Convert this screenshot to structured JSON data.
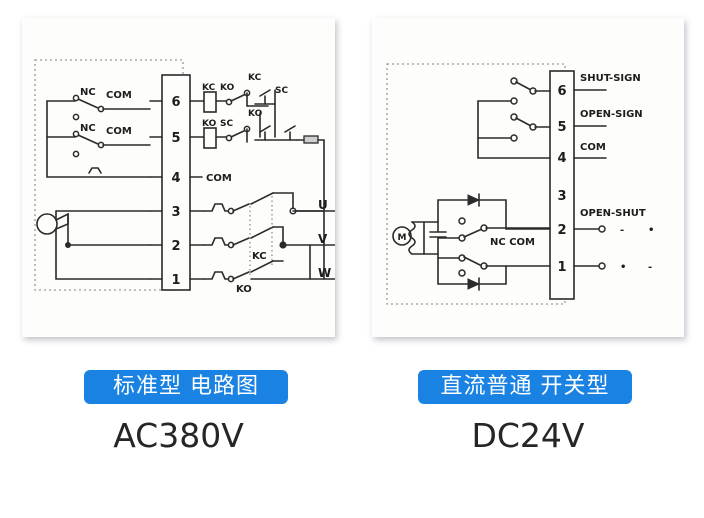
{
  "page": {
    "background_color": "#ffffff",
    "accent_color": "#1a82e2",
    "text_color": "#262626"
  },
  "panels": [
    {
      "id": "left",
      "badge_label": "标准型 电路图",
      "voltage_label": "AC380V",
      "diagram": {
        "type": "wiring-schematic",
        "name": "standard-type-circuit-diagram",
        "terminal_numbers": [
          "6",
          "5",
          "4",
          "3",
          "2",
          "1"
        ],
        "terminal_labels": {
          "t6": "",
          "t5": "",
          "t4": "COM",
          "t3": "",
          "t2": "",
          "t1": ""
        },
        "left_side_labels": [
          "NC",
          "COM",
          "NC",
          "COM"
        ],
        "relay_labels": [
          "KC",
          "KO",
          "KC",
          "SC",
          "KO",
          "SC",
          "KO",
          "KC",
          "KC",
          "KO"
        ],
        "output_rails": [
          "U",
          "V",
          "W"
        ],
        "components": [
          "motor",
          "contactor-coil-kc",
          "contactor-coil-ko",
          "thermal-overload",
          "limit-switches"
        ]
      }
    },
    {
      "id": "right",
      "badge_label": "直流普通 开关型",
      "voltage_label": "DC24V",
      "diagram": {
        "type": "wiring-schematic",
        "name": "dc-ordinary-switch-type-circuit-diagram",
        "terminal_numbers": [
          "6",
          "5",
          "4",
          "3",
          "2",
          "1"
        ],
        "terminal_labels": {
          "t6": "SHUT-SIGN",
          "t5": "OPEN-SIGN",
          "t4": "COM",
          "t3": "",
          "t2": "OPEN-SHUT",
          "t1": ""
        },
        "inner_labels": [
          "NC COM"
        ],
        "polarity_row_2": [
          "-",
          "•"
        ],
        "polarity_row_1": [
          "•",
          "-"
        ],
        "motor_symbol": "M",
        "components": [
          "motor",
          "diode",
          "diode",
          "capacitor",
          "limit-switches",
          "signal-switches"
        ]
      }
    }
  ]
}
